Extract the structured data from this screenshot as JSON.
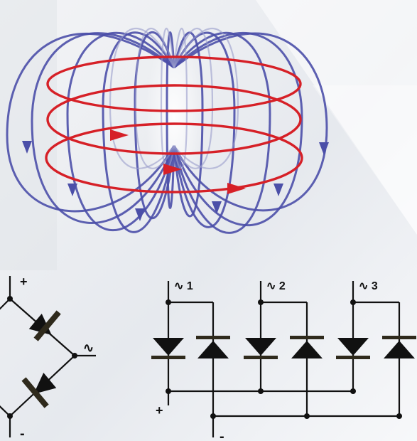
{
  "colors": {
    "field_lines": "#4b4fa8",
    "current_loops": "#d62027",
    "wire": "#111111",
    "diode_fill": "#111111",
    "diode_bar": "#2f2a1c",
    "background": "#eef0f3"
  },
  "bridge": {
    "plus_label": "+",
    "minus_label": "-",
    "ac_symbol": "∿"
  },
  "three_phase": {
    "phase_labels": [
      "∿ 1",
      "∿ 2",
      "∿ 3"
    ],
    "plus_label": "+",
    "minus_label": "-"
  }
}
